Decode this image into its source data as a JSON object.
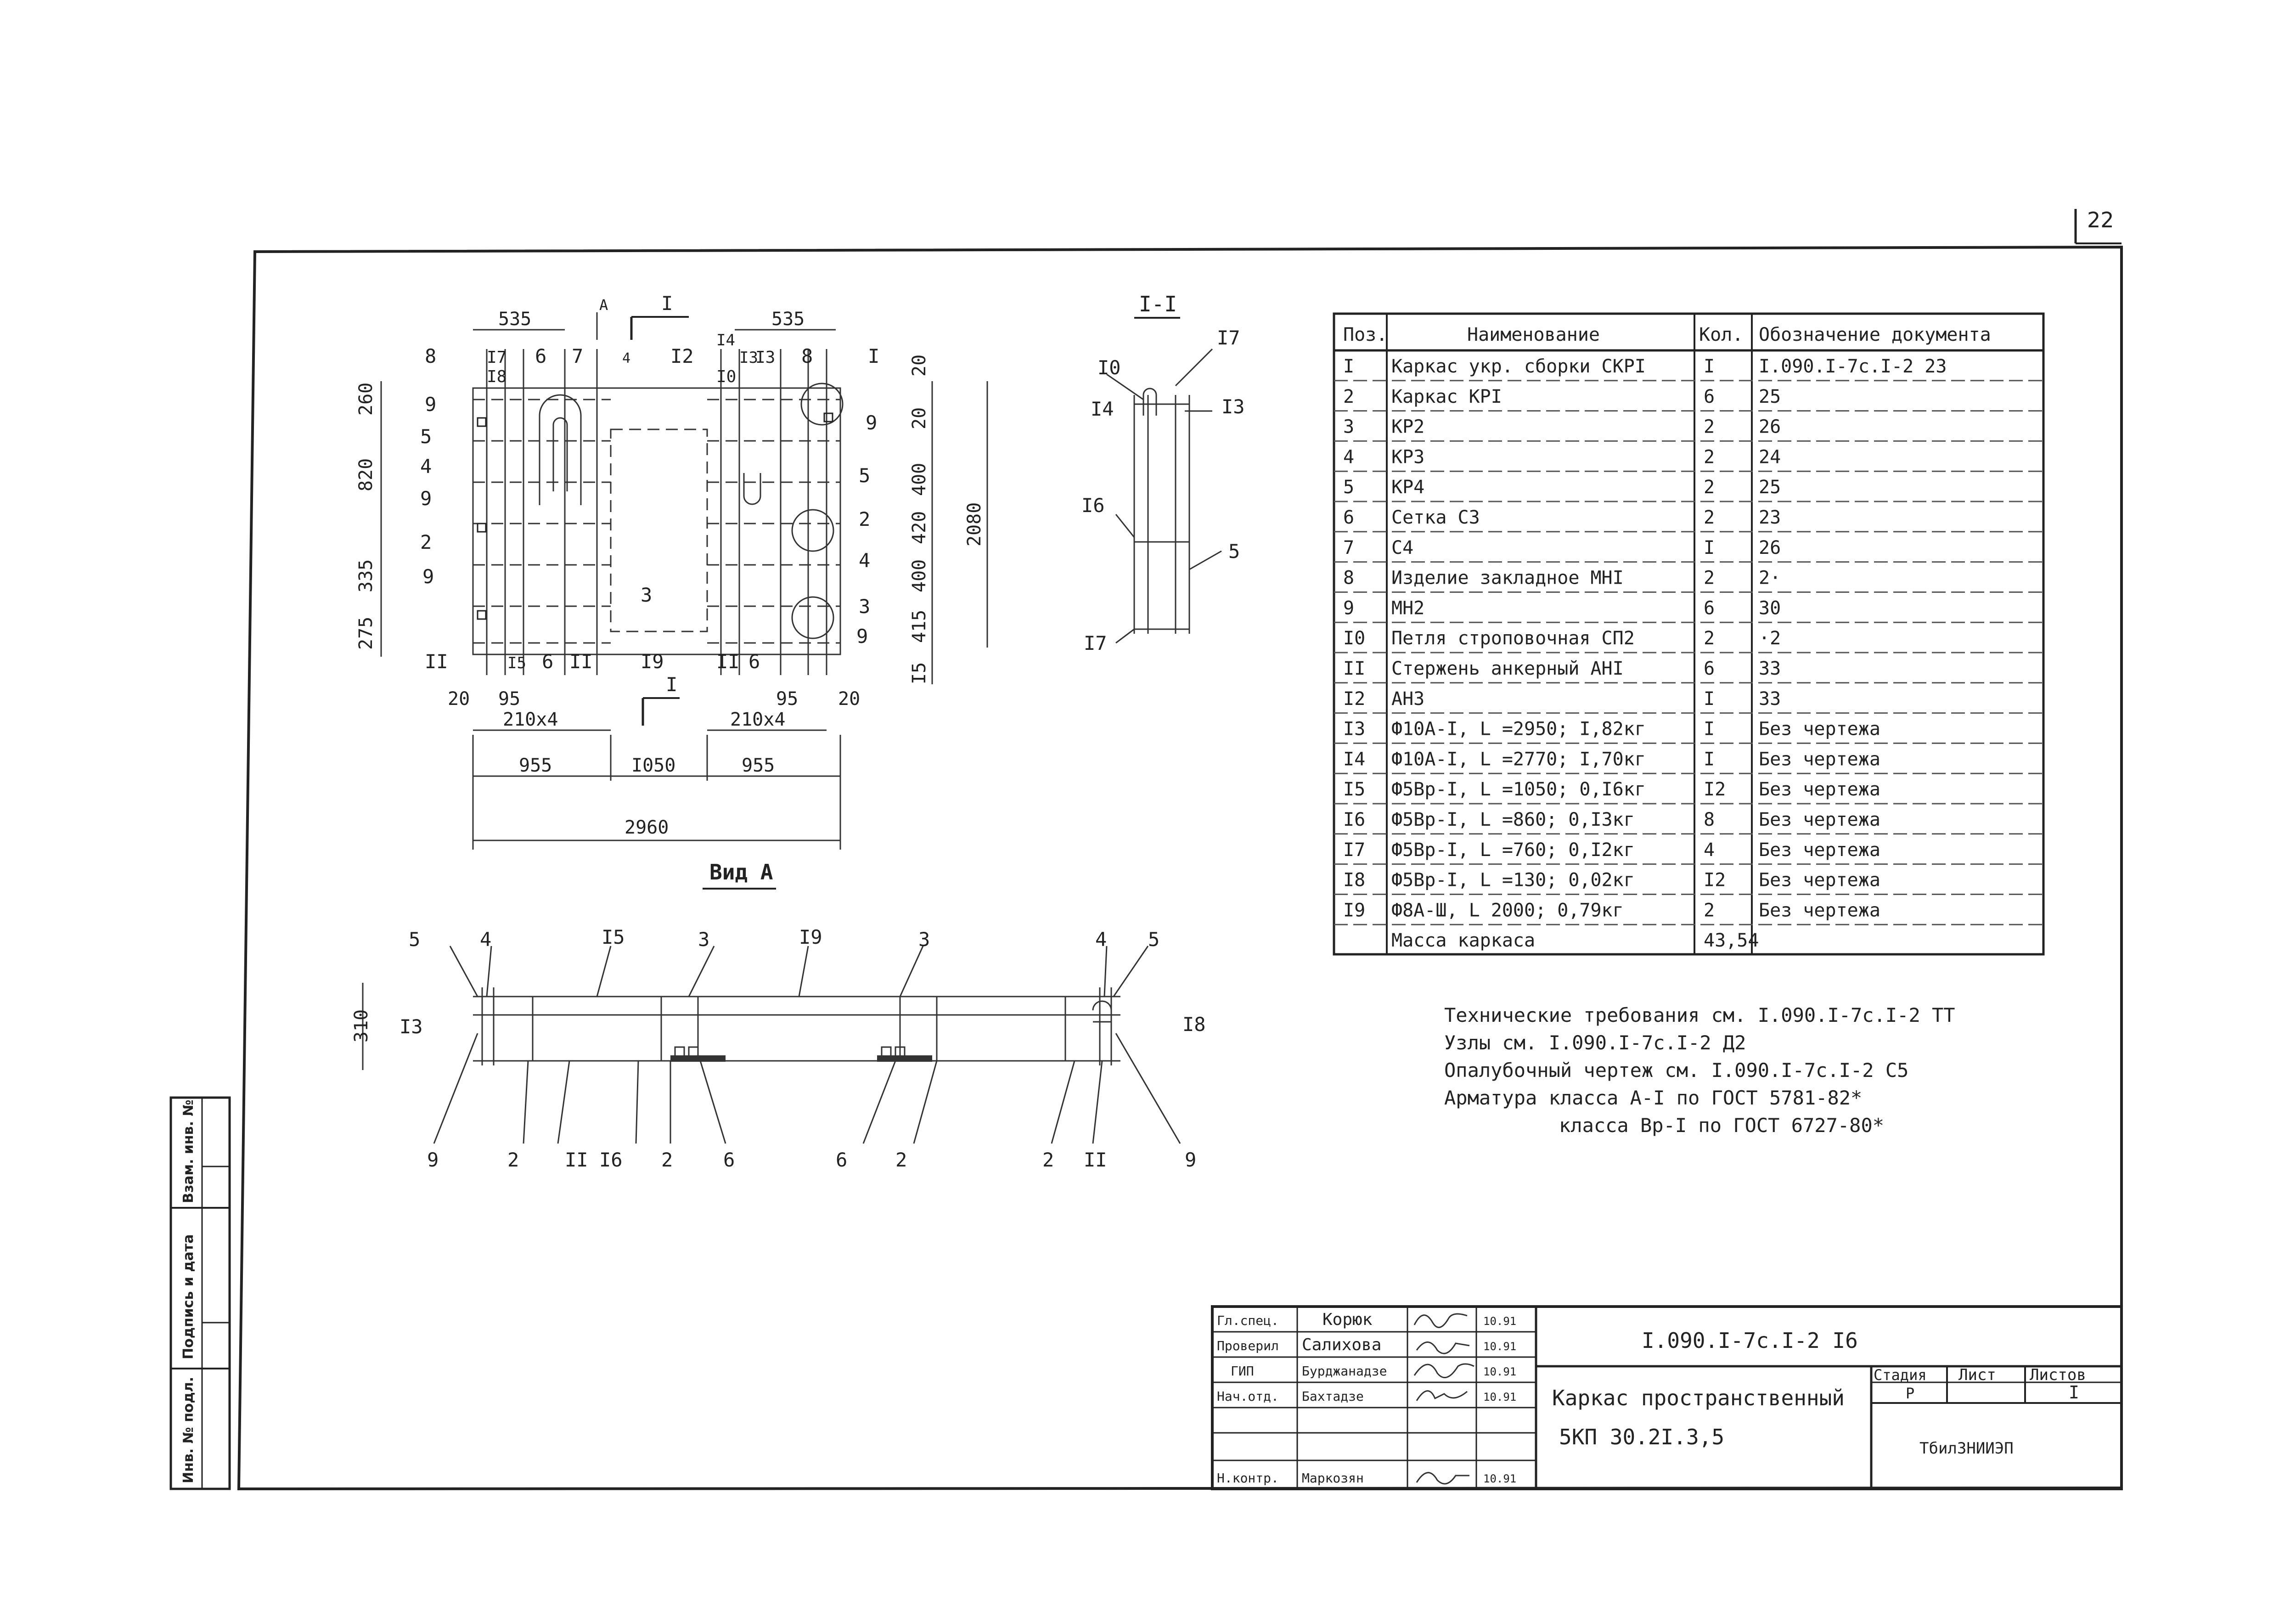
{
  "sheet_number": "22",
  "section_label": "I-I",
  "view_label": "Вид А",
  "section_marks": {
    "top": "I",
    "bottom": "I",
    "view_arrow": "A"
  },
  "plan": {
    "dims_top": [
      "535",
      "535"
    ],
    "dims_left": [
      "260",
      "820",
      "335",
      "275"
    ],
    "dims_right_small": [
      "20",
      "20",
      "400",
      "420",
      "400",
      "415"
    ],
    "dims_right_total": "2080",
    "dims_right_bottom": "I5",
    "dims_bottom_small": [
      "20",
      "95",
      "95",
      "20"
    ],
    "dims_bottom_spacing": [
      "210x4",
      "210x4"
    ],
    "dims_bottom": [
      "955",
      "I050",
      "955"
    ],
    "dims_total": "2960",
    "labels": [
      "8",
      "9",
      "5",
      "4",
      "9",
      "2",
      "9",
      "II",
      "I7",
      "I8",
      "6",
      "7",
      "4",
      "I2",
      "I4",
      "I0",
      "I3",
      "8",
      "I",
      "9",
      "5",
      "2",
      "4",
      "3",
      "9",
      "I5",
      "6",
      "II",
      "I9",
      "II",
      "6",
      "3",
      "I3"
    ]
  },
  "section": {
    "labels": [
      "I7",
      "I0",
      "I4",
      "I3",
      "I6",
      "5",
      "I7"
    ]
  },
  "elevation": {
    "dim_height": "310",
    "top_labels": [
      "5",
      "4",
      "I5",
      "3",
      "I9",
      "3",
      "4",
      "5"
    ],
    "bottom_labels": [
      "9",
      "2",
      "II",
      "I6",
      "2",
      "6",
      "6",
      "2",
      "2",
      "II",
      "9"
    ],
    "side_labels": [
      "I3",
      "I8"
    ]
  },
  "spec_table": {
    "headers": [
      "Поз.",
      "Наименование",
      "Кол.",
      "Обозначение документа"
    ],
    "rows": [
      [
        "I",
        "Каркас укр. сборки СКРI",
        "I",
        "I.090.I-7с.I-2 23"
      ],
      [
        "2",
        "Каркас КРI",
        "6",
        "25"
      ],
      [
        "3",
        "КР2",
        "2",
        "26"
      ],
      [
        "4",
        "КР3",
        "2",
        "24"
      ],
      [
        "5",
        "КР4",
        "2",
        "25"
      ],
      [
        "6",
        "Сетка С3",
        "2",
        "23"
      ],
      [
        "7",
        "С4",
        "I",
        "26"
      ],
      [
        "8",
        "Изделие закладное МНI",
        "2",
        "2·"
      ],
      [
        "9",
        "МН2",
        "6",
        "30"
      ],
      [
        "I0",
        "Петля строповочная СП2",
        "2",
        "·2"
      ],
      [
        "II",
        "Стержень анкерный АНI",
        "6",
        "33"
      ],
      [
        "I2",
        "АН3",
        "I",
        "33"
      ],
      [
        "I3",
        "Ф10А-I, L =2950; I,82кг",
        "I",
        "Без чертежа"
      ],
      [
        "I4",
        "Ф10А-I, L =2770; I,70кг",
        "I",
        "Без чертежа"
      ],
      [
        "I5",
        "Ф5Вр-I, L =1050; 0,I6кг",
        "I2",
        "Без чертежа"
      ],
      [
        "I6",
        "Ф5Вр-I, L =860; 0,I3кг",
        "8",
        "Без чертежа"
      ],
      [
        "I7",
        "Ф5Вр-I, L =760; 0,I2кг",
        "4",
        "Без чертежа"
      ],
      [
        "I8",
        "Ф5Вр-I, L =130; 0,02кг",
        "I2",
        "Без чертежа"
      ],
      [
        "I9",
        "Ф8А-Ш, L 2000; 0,79кг",
        "2",
        "Без чертежа"
      ],
      [
        "",
        "Масса каркаса",
        "43,54",
        ""
      ]
    ]
  },
  "notes": [
    "Технические требования см. I.090.I-7с.I-2 ТТ",
    "Узлы см. I.090.I-7с.I-2 Д2",
    "Опалубочный чертеж см. I.090.I-7с.I-2 С5",
    "Арматура класса А-I по ГОСТ 5781-82*",
    "класса Вр-I по ГОСТ 6727-80*"
  ],
  "side_stamp": [
    "Инв. № подл.",
    "Подпись и дата",
    "Взам. инв. №"
  ],
  "title_block": {
    "code": "I.090.I-7с.I-2 I6",
    "name_line1": "Каркас пространственный",
    "name_line2": "5КП 30.2I.3,5",
    "stage_label": "Стадия",
    "sheet_label": "Лист",
    "sheets_label": "Листов",
    "stage_value": "Р",
    "sheets_value": "I",
    "org": "ТбилЗНИИЭП",
    "roles": [
      "Гл.спец.",
      "Проверил",
      "ГИП",
      "Нач.отд.",
      "",
      "",
      "Н.контр."
    ],
    "people": [
      "Корюк",
      "Салихова",
      "Бурджанадзе",
      "Бахтадзе",
      "",
      "",
      "Маркозян"
    ],
    "dates": [
      "10.91",
      "10.91",
      "10.91",
      "10.91",
      "",
      "",
      "10.91"
    ]
  }
}
